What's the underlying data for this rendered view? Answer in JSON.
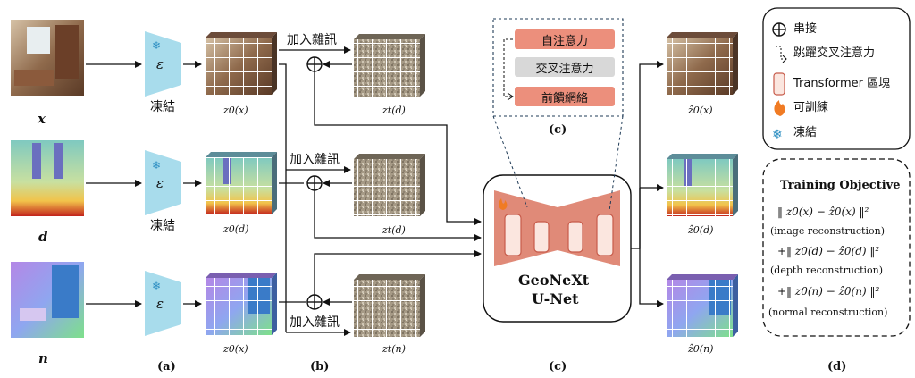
{
  "inputs": {
    "x_label": "x",
    "d_label": "d",
    "n_label": "n"
  },
  "encoder": {
    "symbol": "ε",
    "frozen_label": "凍結"
  },
  "latents": {
    "z0_x": "z0(x)",
    "z0_d": "z0(d)",
    "z0_n": "z0(x)",
    "zt_d_top": "zt(d)",
    "zt_d_mid": "zt(d)",
    "zt_n": "zt(n)"
  },
  "noise_label": "加入雜訊",
  "block_legend": {
    "self_attn": "自注意力",
    "cross_attn": "交叉注意力",
    "ffn": "前饋網絡"
  },
  "unet": {
    "line1": "GeoNeXt",
    "line2": "U-Net"
  },
  "outputs": {
    "x_hat": "ẑ0(x)",
    "d_hat": "ẑ0(d)",
    "n_hat": "ẑ0(n)"
  },
  "legend": {
    "concat": "串接",
    "skip_cross": "跳躍交叉注意力",
    "transformer_block": "Transformer 區塊",
    "trainable": "可訓練",
    "frozen": "凍結"
  },
  "objective": {
    "title": "Training Objective",
    "line1_note": "(image reconstruction)",
    "line2_note": "(depth reconstruction)",
    "line3_note": "(normal reconstruction)",
    "line1_formula": "‖ z0(x) − ẑ0(x) ‖²",
    "line2_formula": "+‖ z0(d) − ẑ0(d) ‖²",
    "line3_formula": "+‖ z0(n) − ẑ0(n) ‖²"
  },
  "panel_labels": {
    "a": "(a)",
    "b": "(b)",
    "c_top": "(c)",
    "c_bottom": "(c)",
    "d": "(d)"
  },
  "colors": {
    "encoder": "#a8dcec",
    "unet_body": "#e08a78",
    "block_fill": "#fbe6df",
    "block_stroke": "#c75b4a",
    "pill_salmon": "#ec8f7c",
    "pill_gray": "#d8d8d8",
    "grid_line": "#ffffff",
    "noise": "#a89c88",
    "dashed_frame": "#1f3b57"
  }
}
